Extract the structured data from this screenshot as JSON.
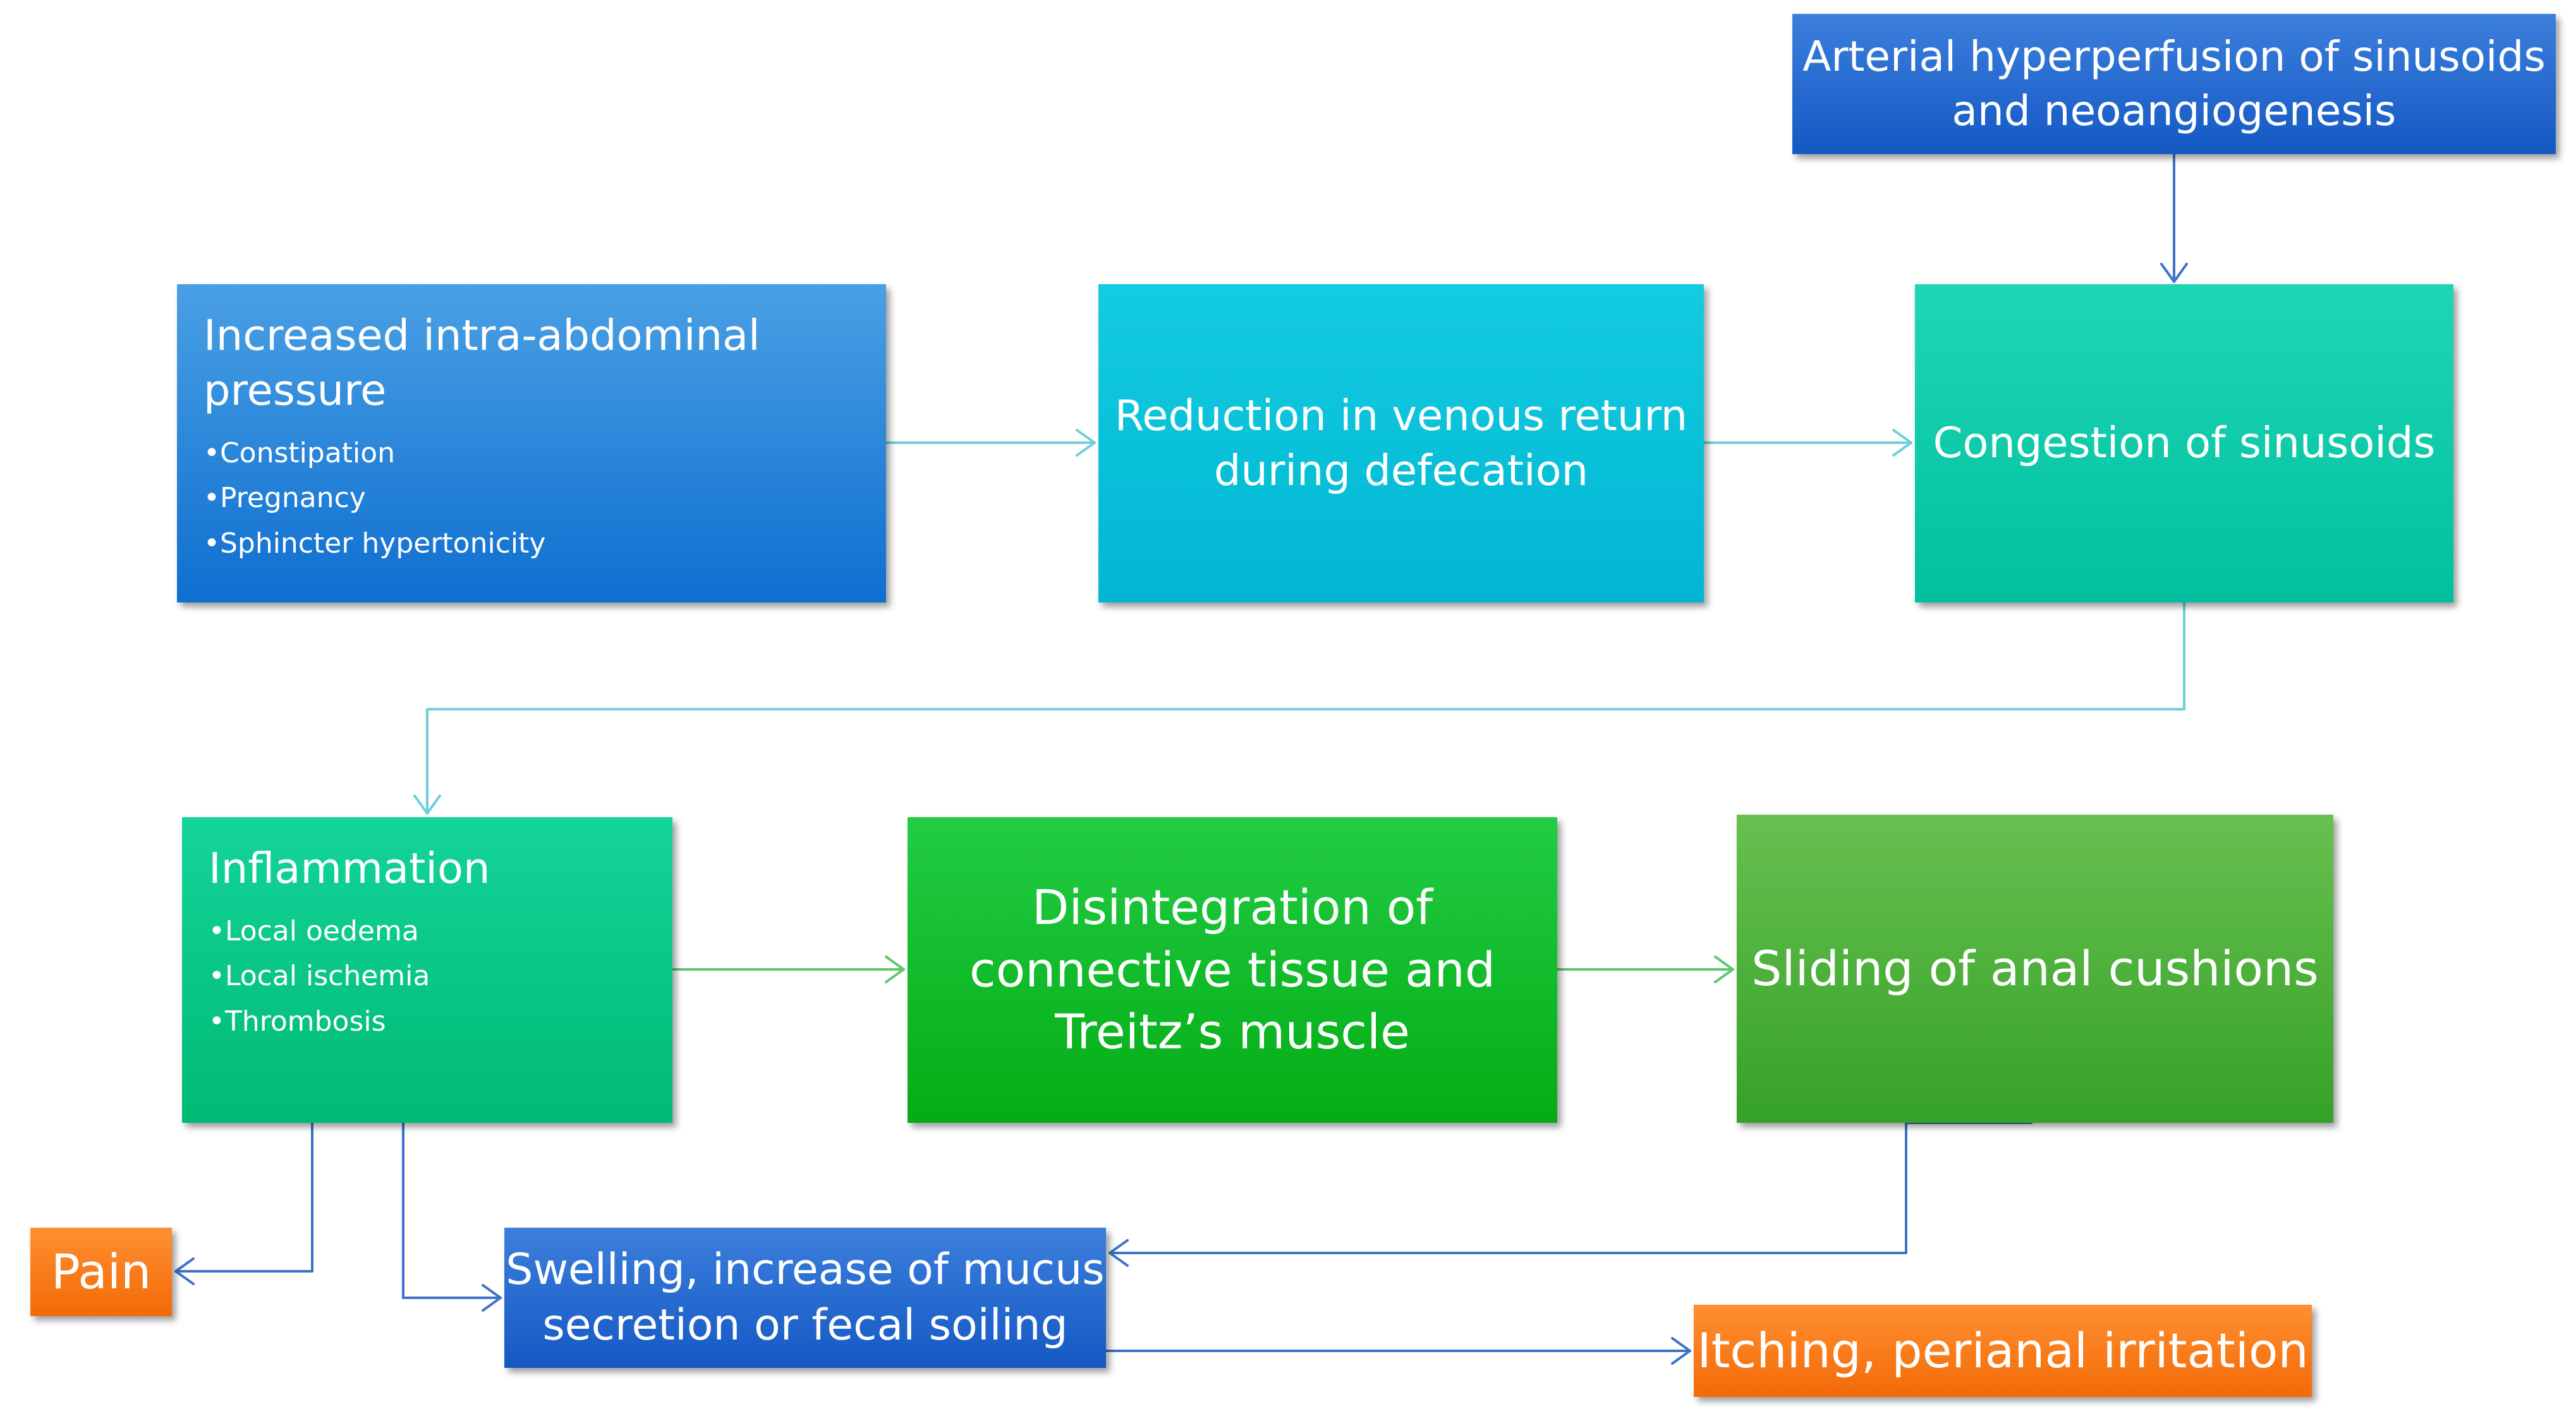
{
  "boxes": {
    "arterial": {
      "text": "Arterial hyperperfusion of sinusoids\nand neoangiogenesis"
    },
    "intra_abdominal": {
      "text": "Increased intra-abdominal\npressure",
      "bullets": [
        "•Constipation",
        "•Pregnancy",
        "•Sphincter hypertonicity"
      ]
    },
    "venous_return": {
      "text": "Reduction in venous return\nduring defecation"
    },
    "congestion": {
      "text": "Congestion of sinusoids"
    },
    "inflammation": {
      "text": "Inflammation",
      "bullets": [
        "•Local oedema",
        "•Local ischemia",
        "•Thrombosis"
      ]
    },
    "disintegration": {
      "text": "Disintegration of\nconnective tissue and\nTreitz’s muscle"
    },
    "sliding": {
      "text": "Sliding of anal cushions"
    },
    "pain": {
      "text": "Pain"
    },
    "swelling": {
      "text": "Swelling, increase of mucus\nsecretion or fecal soiling"
    },
    "itching": {
      "text": "Itching, perianal irritation"
    }
  },
  "colors": {
    "connector_teal": "#6fcfd8",
    "connector_green": "#5ec76e",
    "connector_blue": "#3e72c8",
    "blue_box": "#1458c4",
    "orange_box": "#f36a08"
  }
}
